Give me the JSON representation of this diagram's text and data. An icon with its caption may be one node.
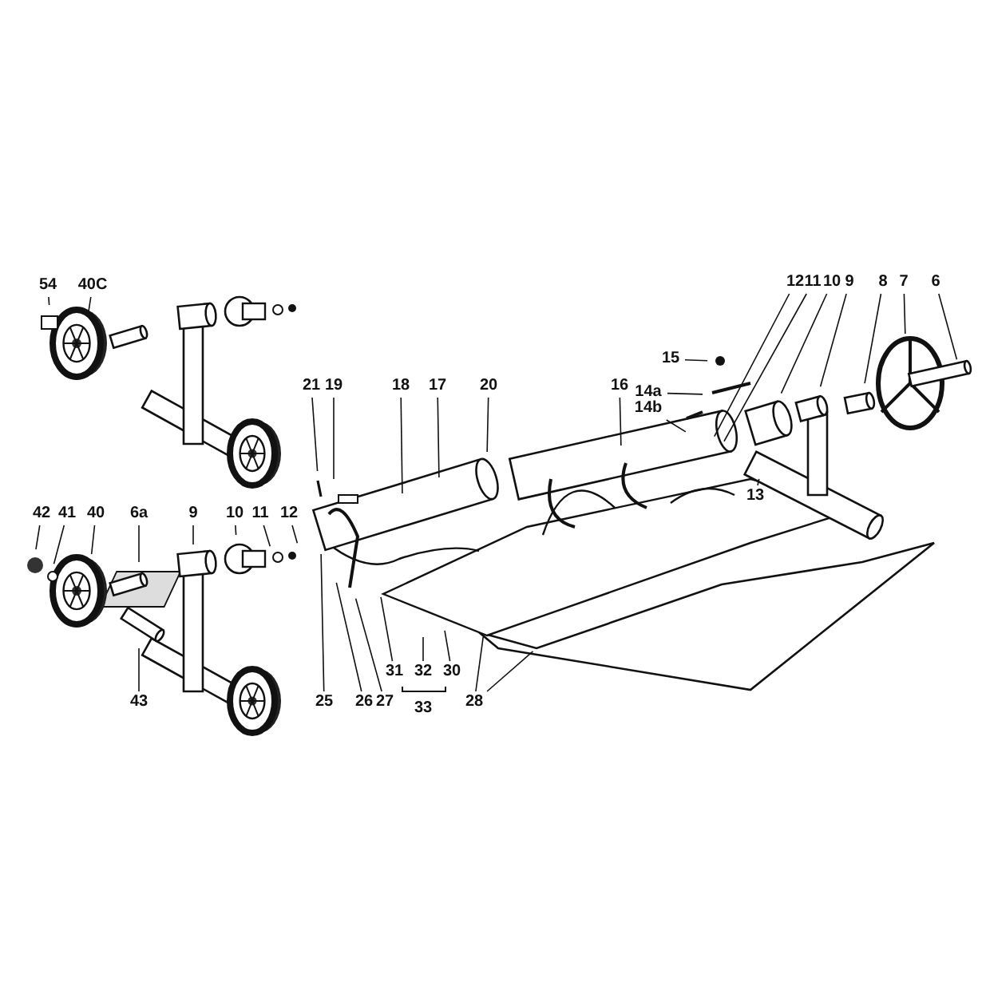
{
  "diagram": {
    "nodes": [
      {
        "text": [
          "54"
        ]
      },
      {
        "text": [
          "40C"
        ]
      },
      {
        "text": [
          "21"
        ]
      },
      {
        "text": [
          "19"
        ]
      },
      {
        "text": [
          "18"
        ]
      },
      {
        "text": [
          "17"
        ]
      },
      {
        "text": [
          "20"
        ]
      },
      {
        "text": [
          "12"
        ]
      },
      {
        "text": [
          "11"
        ]
      },
      {
        "text": [
          "10"
        ]
      },
      {
        "text": [
          "9"
        ]
      },
      {
        "text": [
          "8"
        ]
      },
      {
        "text": [
          "7"
        ]
      },
      {
        "text": [
          "6"
        ]
      },
      {
        "text": [
          "15"
        ]
      },
      {
        "text": [
          "14a"
        ]
      },
      {
        "text": [
          "14b"
        ]
      },
      {
        "text": [
          "16"
        ]
      },
      {
        "text": [
          "13"
        ]
      },
      {
        "text": [
          "42"
        ]
      },
      {
        "text": [
          "41"
        ]
      },
      {
        "text": [
          "40"
        ]
      },
      {
        "text": [
          "6a"
        ]
      },
      {
        "text": [
          "9"
        ]
      },
      {
        "text": [
          "10"
        ]
      },
      {
        "text": [
          "11"
        ]
      },
      {
        "text": [
          "12"
        ]
      },
      {
        "text": [
          "31"
        ]
      },
      {
        "text": [
          "32"
        ]
      },
      {
        "text": [
          "30"
        ]
      },
      {
        "text": [
          "43"
        ]
      },
      {
        "text": [
          "25"
        ]
      },
      {
        "text": [
          "26"
        ]
      },
      {
        "text": [
          "27"
        ]
      },
      {
        "text": [
          "28"
        ]
      }
    ],
    "edges": [
      {
        "from": 0,
        "to": null,
        "arrow": "none"
      },
      {
        "from": 1,
        "to": null,
        "arrow": "none"
      },
      {
        "from": 2,
        "to": null,
        "arrow": "none"
      },
      {
        "from": 3,
        "to": null,
        "arrow": "none"
      },
      {
        "from": 4,
        "to": null,
        "arrow": "none"
      },
      {
        "from": 5,
        "to": null,
        "arrow": "none"
      },
      {
        "from": 6,
        "to": null,
        "arrow": "none"
      },
      {
        "from": 7,
        "to": null,
        "arrow": "none"
      },
      {
        "from": 8,
        "to": null,
        "arrow": "none"
      },
      {
        "from": 9,
        "to": null,
        "arrow": "none"
      },
      {
        "from": 10,
        "to": null,
        "arrow": "none"
      },
      {
        "from": 11,
        "to": null,
        "arrow": "none"
      },
      {
        "from": 12,
        "to": null,
        "arrow": "none"
      },
      {
        "from": 13,
        "to": null,
        "arrow": "none"
      },
      {
        "from": 14,
        "to": null,
        "arrow": "none"
      },
      {
        "from": 15,
        "to": null,
        "arrow": "none"
      },
      {
        "from": 16,
        "to": null,
        "arrow": "none"
      },
      {
        "from": 17,
        "to": null,
        "arrow": "none"
      },
      {
        "from": 18,
        "to": null,
        "arrow": "none"
      },
      {
        "from": 19,
        "to": null,
        "arrow": "none"
      },
      {
        "from": 20,
        "to": null,
        "arrow": "none"
      },
      {
        "from": 21,
        "to": null,
        "arrow": "none"
      },
      {
        "from": 22,
        "to": null,
        "arrow": "none"
      },
      {
        "from": 23,
        "to": null,
        "arrow": "none"
      },
      {
        "from": 24,
        "to": null,
        "arrow": "none"
      },
      {
        "from": 25,
        "to": null,
        "arrow": "none"
      },
      {
        "from": 26,
        "to": null,
        "arrow": "none"
      },
      {
        "from": 27,
        "to": null,
        "arrow": "none"
      },
      {
        "from": 28,
        "to": null,
        "arrow": "none"
      },
      {
        "from": 29,
        "to": null,
        "arrow": "none"
      },
      {
        "from": 30,
        "to": null,
        "arrow": "none"
      },
      {
        "from": 31,
        "to": null,
        "arrow": "none"
      },
      {
        "from": 32,
        "to": null,
        "arrow": "none"
      },
      {
        "from": 33,
        "to": null,
        "arrow": "none"
      },
      {
        "from": 34,
        "to": null,
        "arrow": "none"
      },
      {
        "from": 34,
        "to": null,
        "arrow": "none"
      }
    ],
    "labels": [
      "33"
    ]
  }
}
